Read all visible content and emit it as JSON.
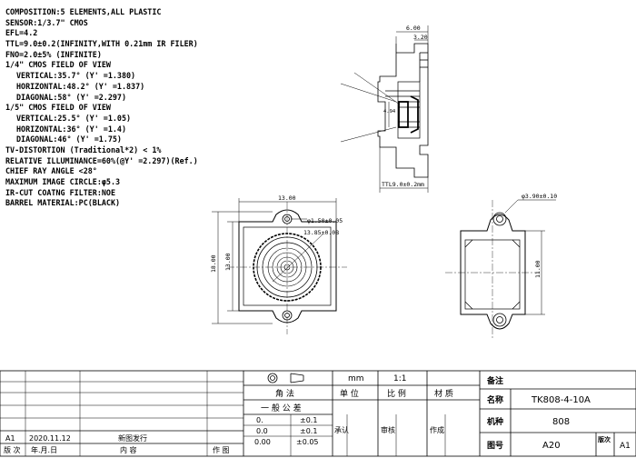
{
  "specs": [
    {
      "text": "COMPOSITION:5 ELEMENTS,ALL PLASTIC",
      "indent": false
    },
    {
      "text": "SENSOR:1/3.7\" CMOS",
      "indent": false
    },
    {
      "text": "EFL=4.2",
      "indent": false
    },
    {
      "text": "TTL=9.0±0.2(INFINITY,WITH 0.21mm IR FILER)",
      "indent": false
    },
    {
      "text": "FNO=2.0±5% (INFINITE)",
      "indent": false
    },
    {
      "text": "1/4\" CMOS FIELD OF VIEW",
      "indent": false
    },
    {
      "text": "VERTICAL:35.7° (Y' =1.380)",
      "indent": true
    },
    {
      "text": "HORIZONTAL:48.2° (Y' =1.837)",
      "indent": true
    },
    {
      "text": "DIAGONAL:58° (Y' =2.297)",
      "indent": true
    },
    {
      "text": "1/5\" CMOS FIELD OF VIEW",
      "indent": false
    },
    {
      "text": "VERTICAL:25.5° (Y' =1.05)",
      "indent": true
    },
    {
      "text": "HORIZONTAL:36° (Y' =1.4)",
      "indent": true
    },
    {
      "text": "DIAGONAL:46° (Y' =1.75)",
      "indent": true
    },
    {
      "text": "TV-DISTORTION (Traditional*2) < 1%",
      "indent": false
    },
    {
      "text": "RELATIVE ILLUMINANCE=60%(@Y' =2.297)(Ref.)",
      "indent": false
    },
    {
      "text": "CHIEF RAY ANGLE <28°",
      "indent": false
    },
    {
      "text": "MAXIMUM IMAGE CIRCLE:φ5.3",
      "indent": false
    },
    {
      "text": "IR-CUT COATNG FILTER:NOE",
      "indent": false
    },
    {
      "text": "BARREL MATERIAL:PC(BLACK)",
      "indent": false
    }
  ],
  "dims": {
    "side_width": "6.00",
    "side_inner": "3.20",
    "side_dia": "4.94",
    "ttl": "TTL9.0±0.2mm",
    "front_width": "13.00",
    "front_height": "18.00",
    "front_inner": "13.00",
    "hole_dia": "φ1.50±0.05",
    "barrel_dia": "13.85±0.08",
    "rear_hole": "φ3.90±0.10",
    "rear_height": "11.00"
  },
  "title_block": {
    "unit": "mm",
    "scale": "1:1",
    "remark_label": "备注",
    "angle_label": "角 法",
    "unit_label": "单 位",
    "scale_label": "比 例",
    "material_label": "材 质",
    "tolerance_label": "一 般 公 差",
    "tol_rows": [
      {
        "prec": "0.",
        "tol": "±0.1"
      },
      {
        "prec": "0.0",
        "tol": "±0.1"
      },
      {
        "prec": "0.00",
        "tol": "±0.05"
      }
    ],
    "check_label": "承认",
    "review_label": "审核",
    "make_label": "作成",
    "name_label": "名称",
    "name_value": "TK808-4-10A",
    "model_label": "机种",
    "model_value": "808",
    "drawing_no_label": "图号",
    "drawing_no_value": "A20",
    "version_label": "版次",
    "version_value": "A1",
    "rev_version": "A1",
    "rev_date": "2020.11.12",
    "rev_content": "新图发行",
    "hdr_version": "版 次",
    "hdr_date": "年.月.日",
    "hdr_content": "内 容",
    "hdr_author": "作 图"
  }
}
